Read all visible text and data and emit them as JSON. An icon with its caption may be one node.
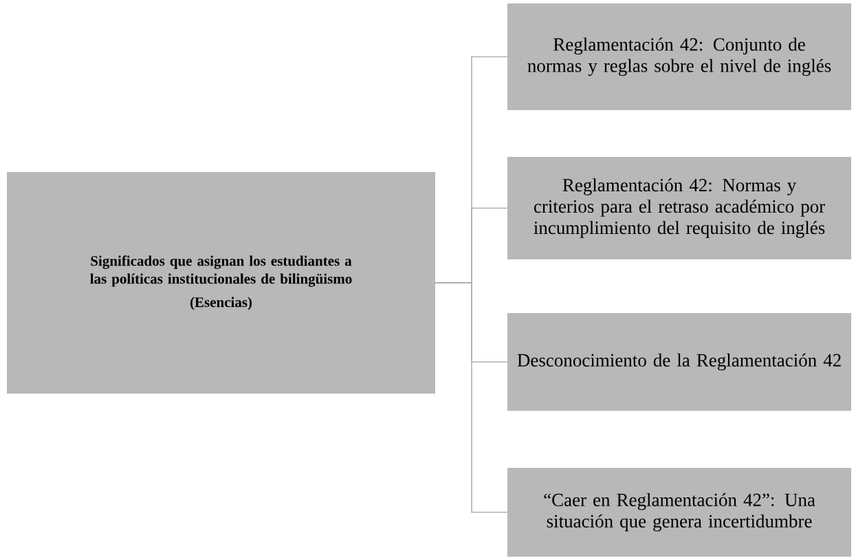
{
  "diagram": {
    "nodes": [
      {
        "text": [
          "Significados que asignan los estudiantes a las políticas institucionales de bilingüismo",
          "(Esencias)"
        ]
      },
      {
        "text": [
          "Reglamentación 42: Conjunto de normas y reglas sobre el nivel de inglés"
        ]
      },
      {
        "text": [
          "Reglamentación 42: Normas y criterios para el retraso académico por incumplimiento del requisito de inglés"
        ]
      },
      {
        "text": [
          "Desconocimiento de la Reglamentación 42"
        ]
      },
      {
        "text": [
          "“Caer en Reglamentación 42”: Una situación que genera incertidumbre"
        ]
      }
    ],
    "edges": [
      {
        "from": 0,
        "to": 1,
        "arrow": "none"
      },
      {
        "from": 0,
        "to": 2,
        "arrow": "none"
      },
      {
        "from": 0,
        "to": 3,
        "arrow": "none"
      },
      {
        "from": 0,
        "to": 4,
        "arrow": "none"
      }
    ]
  }
}
